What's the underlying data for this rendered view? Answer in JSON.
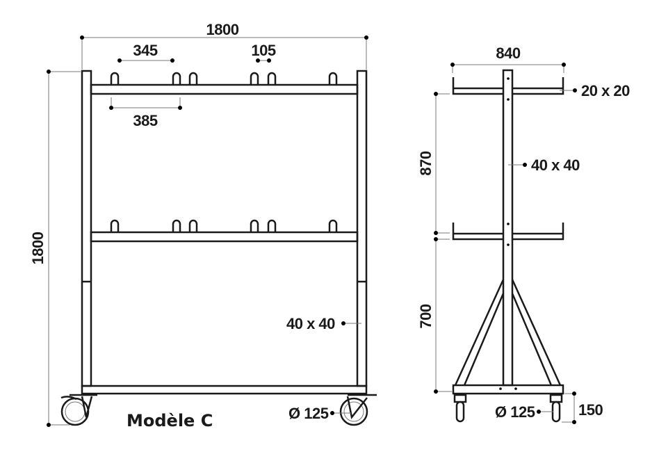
{
  "front_view": {
    "title": "Modèle C",
    "width_dim": "1800",
    "height_dim": "1800",
    "hook_spacing_a": "345",
    "hook_spacing_b": "385",
    "hook_pair_gap": "105",
    "tube_profile": "40 x 40",
    "wheel_diameter": "Ø 125"
  },
  "side_view": {
    "arm_width": "840",
    "arm_profile": "20 x 20",
    "upper_height": "870",
    "lower_height": "700",
    "post_profile": "40 x 40",
    "wheel_diameter": "Ø 125",
    "wheel_height": "150"
  },
  "colors": {
    "line": "#1a1a1a",
    "dimension": "#777777"
  }
}
